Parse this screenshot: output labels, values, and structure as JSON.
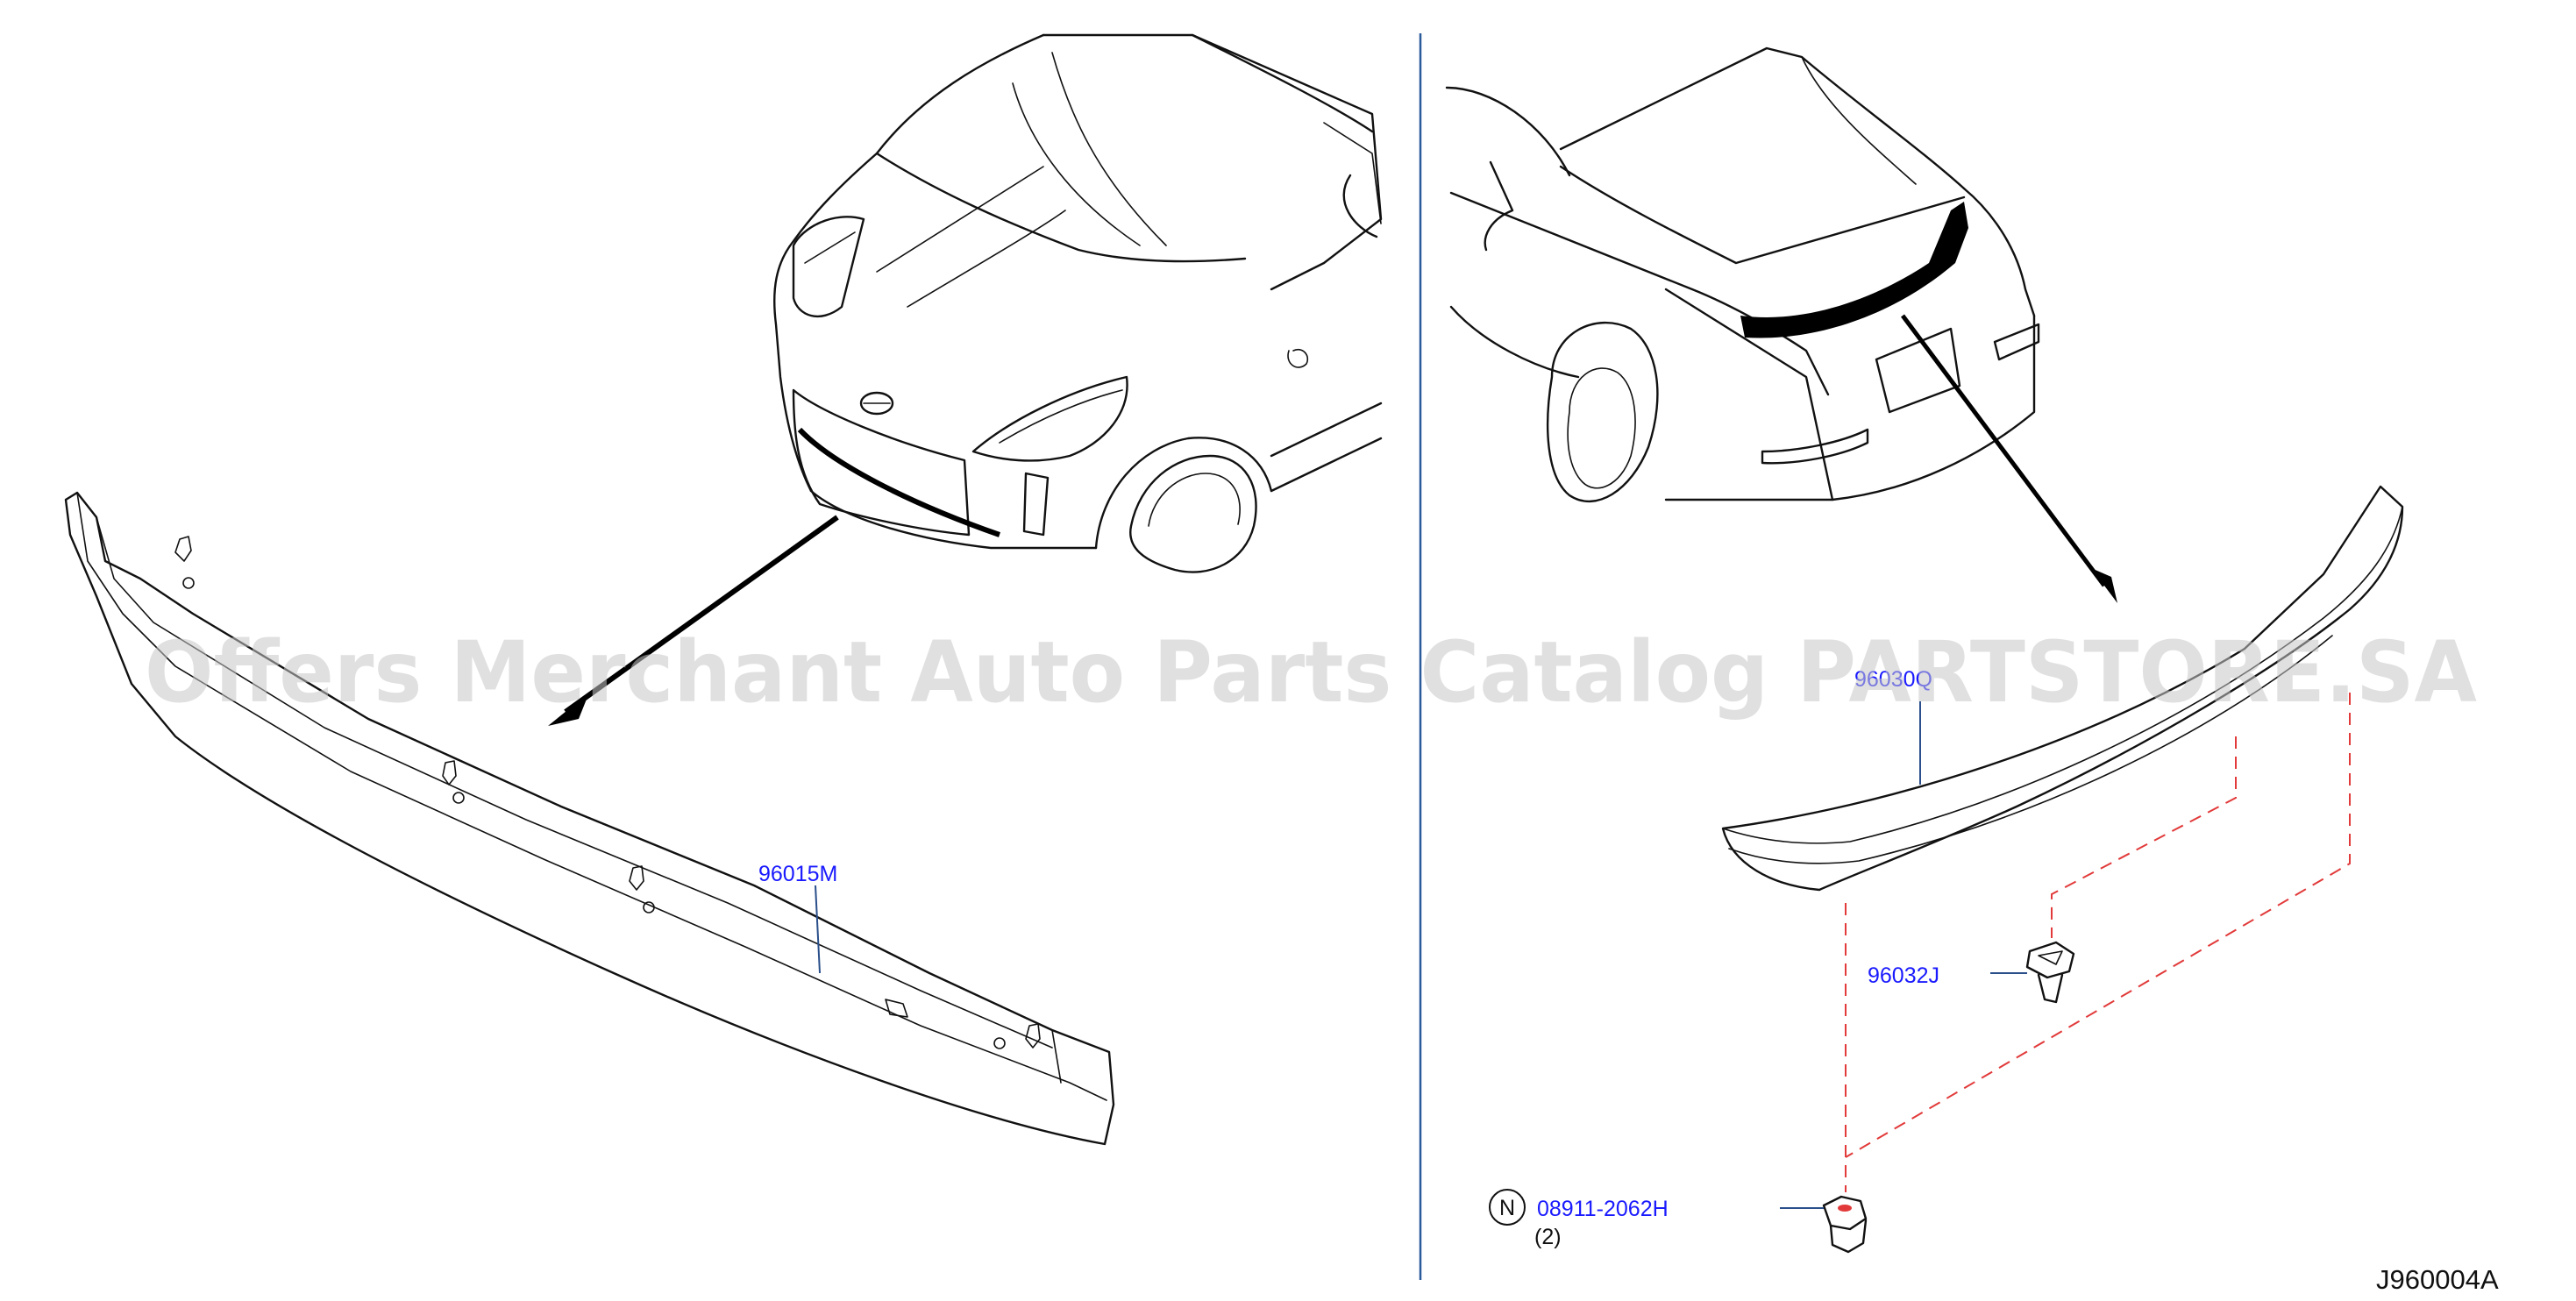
{
  "diagram": {
    "labels": {
      "front_part": "96015M",
      "rear_part": "96030Q",
      "clip_part": "96032J",
      "nut_prefix": "N",
      "nut_part": "08911-2062H",
      "nut_qty": "(2)",
      "drawing_code": "J960004A"
    },
    "watermark": "Offers Merchant Auto Parts Catalog PARTSTORE.SA",
    "colors": {
      "label": "#1a1aff",
      "divider": "#2a5a9a",
      "dashed_guide": "#e23a3a",
      "line": "#111111"
    }
  }
}
